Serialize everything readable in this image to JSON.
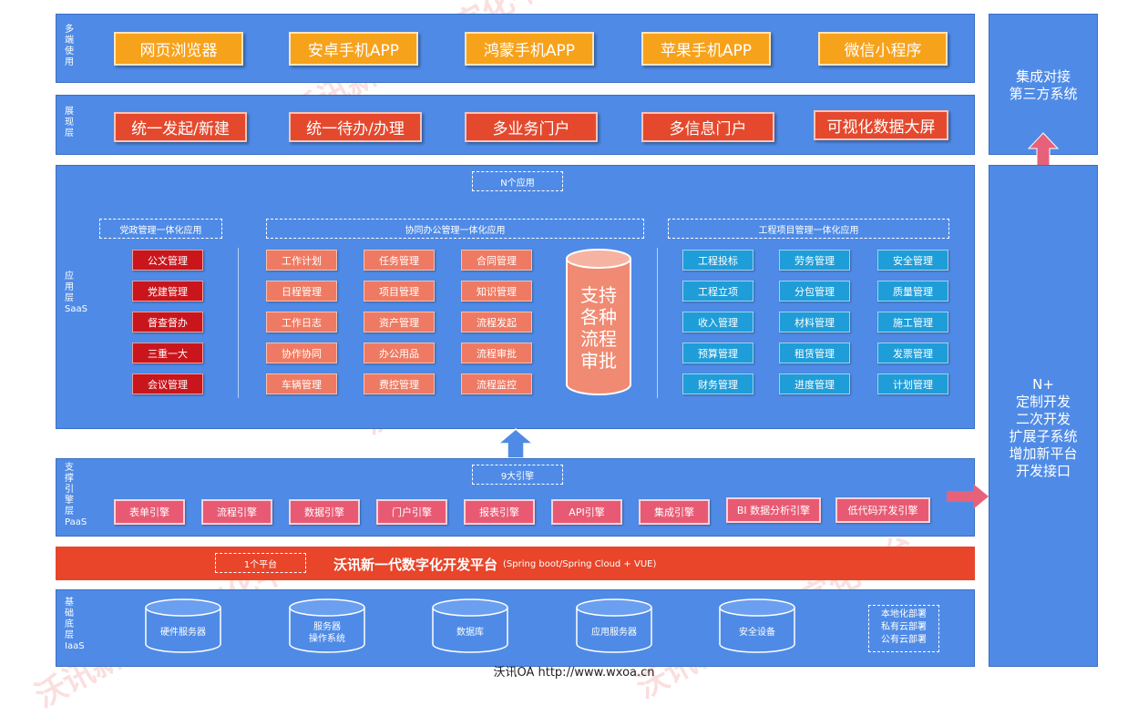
{
  "layers": {
    "multi_end": {
      "label": "多端使用",
      "items": [
        "网页浏览器",
        "安卓手机APP",
        "鸿蒙手机APP",
        "苹果手机APP",
        "微信小程序"
      ]
    },
    "presentation": {
      "label": "展现层",
      "items": [
        "统一发起/新建",
        "统一待办/办理",
        "多业务门户",
        "多信息门户",
        "可视化数据大屏"
      ]
    },
    "application": {
      "label": "应用层",
      "label_en": "SaaS",
      "n_apps": "N个应用",
      "party": {
        "title": "党政管理一体化应用",
        "items": [
          "公文管理",
          "党建管理",
          "督查督办",
          "三重一大",
          "会议管理"
        ]
      },
      "office": {
        "title": "协同办公管理一体化应用",
        "col1": [
          "工作计划",
          "日程管理",
          "工作日志",
          "协作协同",
          "车辆管理"
        ],
        "col2": [
          "任务管理",
          "项目管理",
          "资产管理",
          "办公用品",
          "费控管理"
        ],
        "col3": [
          "合同管理",
          "知识管理",
          "流程发起",
          "流程审批",
          "流程监控"
        ]
      },
      "flow_support": "支持各种流程审批",
      "engineering": {
        "title": "工程项目管理一体化应用",
        "col1": [
          "工程投标",
          "工程立项",
          "收入管理",
          "预算管理",
          "财务管理"
        ],
        "col2": [
          "劳务管理",
          "分包管理",
          "材料管理",
          "租赁管理",
          "进度管理"
        ],
        "col3": [
          "安全管理",
          "质量管理",
          "施工管理",
          "发票管理",
          "计划管理"
        ]
      }
    },
    "engine": {
      "label": "支撑引擎层",
      "label_en": "PaaS",
      "title": "9大引擎",
      "items": [
        "表单引擎",
        "流程引擎",
        "数据引擎",
        "门户引擎",
        "报表引擎",
        "API引擎",
        "集成引擎",
        "BI 数据分析引擎",
        "低代码开发引擎"
      ]
    },
    "platform": {
      "tag": "1个平台",
      "name": "沃讯新一代数字化开发平台",
      "tech": "(Spring boot/Spring Cloud  + VUE)"
    },
    "infra": {
      "label": "基础底层",
      "label_en": "IaaS",
      "items": [
        "硬件服务器",
        "服务器\n操作系统",
        "数据库",
        "应用服务器",
        "安全设备"
      ],
      "deploy": [
        "本地化部署",
        "私有云部署",
        "公有云部署"
      ]
    }
  },
  "right": {
    "integration": "集成对接\n第三方系统",
    "extension": [
      "N+",
      "定制开发",
      "二次开发",
      "扩展子系统",
      "增加新平台",
      "开发接口"
    ]
  },
  "footer": "沃讯OA  http://www.wxoa.cn",
  "watermark": "沃讯新一代数字化平台",
  "colors": {
    "band": "#4f8be6",
    "orange": "#f7a21b",
    "red": "#e5492d",
    "platform": "#e8452a",
    "crimson": "#c9161c",
    "salmon": "#ef7a63",
    "teal": "#1f9dd8",
    "engine": "#e85a73",
    "arrow_pink": "#e8617a"
  }
}
